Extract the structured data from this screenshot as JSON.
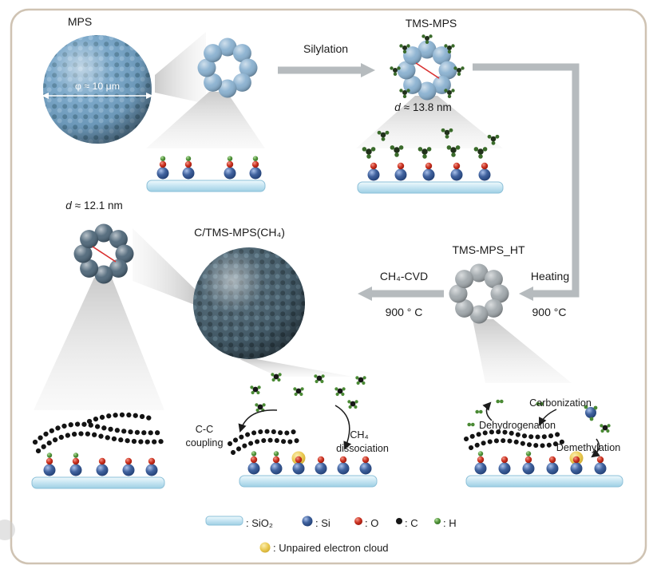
{
  "labels": {
    "mps": "MPS",
    "phi": "φ ≈ 10 μm",
    "silylation": "Silylation",
    "tms_mps": "TMS-MPS",
    "d_symbol": "d",
    "d138_value": "≈ 13.8 nm",
    "heating": "Heating",
    "heating_temp": "900 °C",
    "tms_mps_ht": "TMS-MPS_HT",
    "cvd": "CH₄-CVD",
    "cvd_temp": "900 ° C",
    "c_tms_mps": "C/TMS-MPS(CH₄)",
    "d121_value": "≈ 12.1 nm",
    "cc_line1": "C-C",
    "cc_line2": "coupling",
    "ch4_line1": "CH₄",
    "ch4_line2": "dissociation",
    "carbonization": "Carbonization",
    "dehydrogenation": "Dehydrogenation",
    "demethylation": "Demethylation"
  },
  "legend": {
    "sio2": ": SiO₂",
    "si": ": Si",
    "o": ": O",
    "c": ": C",
    "h": ": H",
    "unpaired": ": Unpaired electron cloud"
  },
  "colors": {
    "red_annotation": "#d93030",
    "arrow_gray": "#b6bbbe",
    "silica_blue": "#74a3c6",
    "carbon_sphere": "#475f6d",
    "si_atom": "#2f4f88",
    "o_atom": "#c62818",
    "h_atom": "#4a8a34",
    "c_atom": "#161616",
    "unpaired_yellow": "#e6c654"
  }
}
